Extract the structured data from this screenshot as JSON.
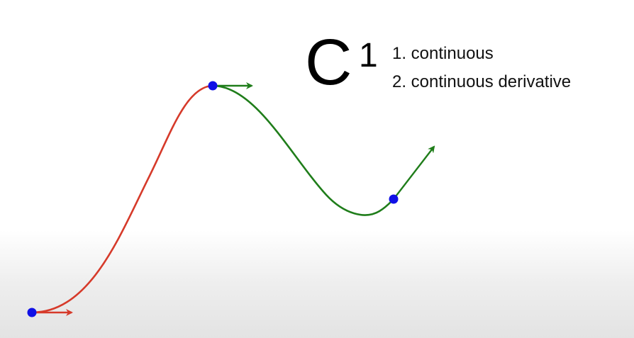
{
  "heading": {
    "symbol": "C",
    "superscript": "1"
  },
  "conditions": [
    "1. continuous",
    "2. continuous derivative"
  ],
  "colors": {
    "segment_1": "#d63a2a",
    "segment_2": "#1f7d1a",
    "control_point": "#1010e6",
    "text": "#000000"
  },
  "icons": {
    "tangent_marker": "arrow-right-icon",
    "point_marker": "filled-circle-icon"
  }
}
